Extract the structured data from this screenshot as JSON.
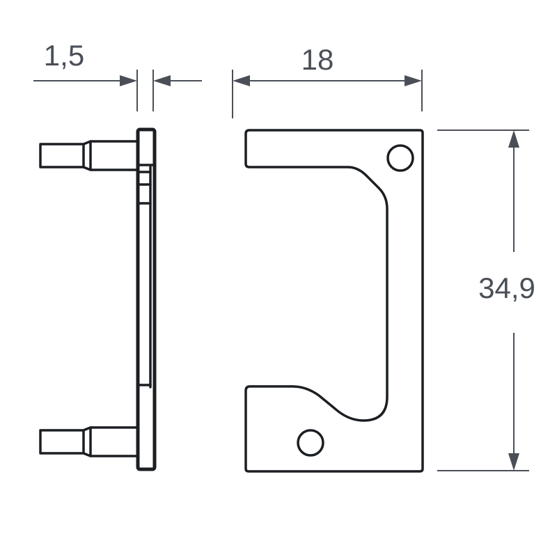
{
  "dimensions": {
    "thickness": "1,5",
    "width": "18",
    "height": "34,9"
  },
  "colors": {
    "outline": "#1b1e22",
    "dimension": "#4a4f57",
    "background": "#ffffff"
  }
}
